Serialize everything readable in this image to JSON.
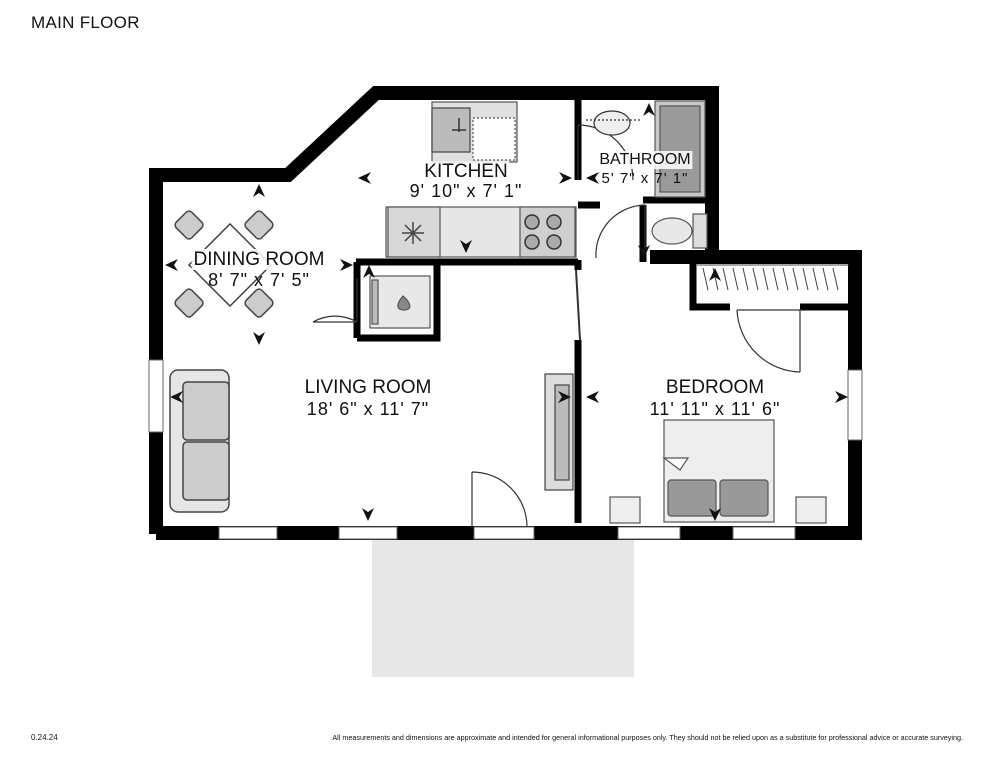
{
  "floor_title": "MAIN FLOOR",
  "rooms": {
    "kitchen": {
      "name": "KITCHEN",
      "dims": "9' 10\" x 7' 1\""
    },
    "bathroom": {
      "name": "BATHROOM",
      "dims": "5' 7\" x 7' 1\""
    },
    "dining": {
      "name": "DINING ROOM",
      "dims": "8' 7\" x 7' 5\""
    },
    "living": {
      "name": "LIVING ROOM",
      "dims": "18' 6\" x 11' 7\""
    },
    "bedroom": {
      "name": "BEDROOM",
      "dims": "11' 11\" x 11' 6\""
    }
  },
  "footer": {
    "version": "0.24.24",
    "disclaimer": "All measurements and dimensions are approximate and intended for general informational purposes only. They should not be relied upon as a substitute for professional advice or accurate surveying."
  },
  "icons": [
    "snowflake-icon",
    "sink-icon",
    "stove-icon",
    "toilet-icon",
    "bathtub-icon",
    "bed-icon",
    "sofa-icon",
    "dining-table-icon",
    "water-heater-icon"
  ]
}
